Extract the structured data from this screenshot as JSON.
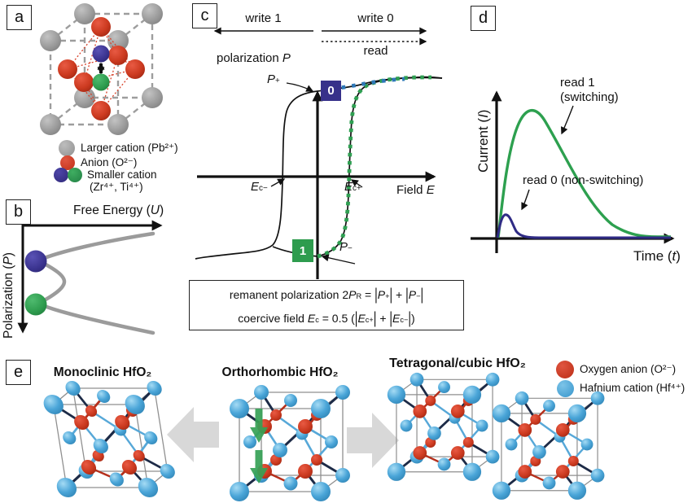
{
  "panels": {
    "a": {
      "label": "a",
      "legend": [
        {
          "name": "larger-cation",
          "color": "#9a9a9a",
          "text": "Larger cation (Pb²⁺)"
        },
        {
          "name": "anion",
          "color": "#cf3b22",
          "text": "Anion (O²⁻)"
        },
        {
          "name": "smaller-cation",
          "colors": [
            "#37318a",
            "#2e9c4e"
          ],
          "text": "Smaller cation",
          "text2": "(Zr⁴⁺, Ti⁴⁺)"
        }
      ]
    },
    "b": {
      "label": "b",
      "x_axis": [
        {
          "t": "Free Energy ("
        },
        {
          "t": "U",
          "s": "i"
        },
        {
          "t": ")"
        }
      ],
      "y_axis": [
        {
          "t": "Polarization ("
        },
        {
          "t": "P",
          "s": "i"
        },
        {
          "t": ")"
        }
      ]
    },
    "c": {
      "label": "c",
      "write1": "write 1",
      "write0": "write 0",
      "read": "read",
      "y_label": [
        {
          "t": "polarization "
        },
        {
          "t": "P",
          "s": "i"
        }
      ],
      "x_label": [
        {
          "t": "Field "
        },
        {
          "t": "E",
          "s": "i"
        }
      ],
      "p_plus": [
        {
          "t": "P",
          "s": "i"
        },
        {
          "t": "+",
          "s": "sub"
        }
      ],
      "p_minus": [
        {
          "t": "P",
          "s": "i"
        },
        {
          "t": "−",
          "s": "sub"
        }
      ],
      "ec_minus": [
        {
          "t": "E",
          "s": "i"
        },
        {
          "t": "c−",
          "s": "sub"
        }
      ],
      "ec_plus": [
        {
          "t": "E",
          "s": "i"
        },
        {
          "t": "c+",
          "s": "sub"
        }
      ],
      "state0": "0",
      "state1": "1",
      "formula1": [
        {
          "t": "remanent polarization 2"
        },
        {
          "t": "P",
          "s": "i"
        },
        {
          "t": "R",
          "s": "sub"
        },
        {
          "t": " = "
        },
        {
          "t": "|",
          "s": "bar"
        },
        {
          "t": "P",
          "s": "i"
        },
        {
          "t": "+",
          "s": "sub"
        },
        {
          "t": "|",
          "s": "bar"
        },
        {
          "t": " + "
        },
        {
          "t": "|",
          "s": "bar"
        },
        {
          "t": "P",
          "s": "i"
        },
        {
          "t": "−",
          "s": "sub"
        },
        {
          "t": "|",
          "s": "bar"
        }
      ],
      "formula2": [
        {
          "t": "coercive field "
        },
        {
          "t": "E",
          "s": "i"
        },
        {
          "t": "c",
          "s": "sub"
        },
        {
          "t": " = 0.5 ("
        },
        {
          "t": "|",
          "s": "bar"
        },
        {
          "t": "E",
          "s": "i"
        },
        {
          "t": "c+",
          "s": "sub"
        },
        {
          "t": "|",
          "s": "bar"
        },
        {
          "t": " + "
        },
        {
          "t": "|",
          "s": "bar"
        },
        {
          "t": "E",
          "s": "i"
        },
        {
          "t": "c−",
          "s": "sub"
        },
        {
          "t": "|",
          "s": "bar"
        },
        {
          "t": ")"
        }
      ]
    },
    "d": {
      "label": "d",
      "y_axis": [
        {
          "t": "Current ("
        },
        {
          "t": "I",
          "s": "i"
        },
        {
          "t": ")"
        }
      ],
      "x_axis": [
        {
          "t": "Time ("
        },
        {
          "t": "t",
          "s": "i"
        },
        {
          "t": ")"
        }
      ],
      "read1_line1": "read 1",
      "read1_line2": "(switching)",
      "read0": "read 0 (non-switching)"
    },
    "e": {
      "label": "e",
      "structures": [
        "Monoclinic HfO₂",
        "Orthorhombic HfO₂",
        "Tetragonal/cubic HfO₂"
      ],
      "legend": [
        {
          "name": "oxygen-anion",
          "color": "#cf3b22",
          "text": "Oxygen anion (O²⁻)"
        },
        {
          "name": "hafnium-cation",
          "color": "#4aa5d8",
          "text": "Hafnium cation (Hf⁴⁺)"
        }
      ]
    }
  },
  "colors": {
    "state0_navy": "#37318a",
    "state1_green": "#2e9c4e",
    "write0_path_blue": "#2e78b8",
    "read1_green": "#2da04f",
    "read0_navy": "#2f2b85",
    "anion_red": "#cf3b22",
    "larger_cation_gray": "#9a9a9a",
    "hafnium_blue": "#4aa5d8",
    "block_arrow_gray": "#d8d8d8",
    "energy_curve_gray": "#9b9b9b"
  }
}
